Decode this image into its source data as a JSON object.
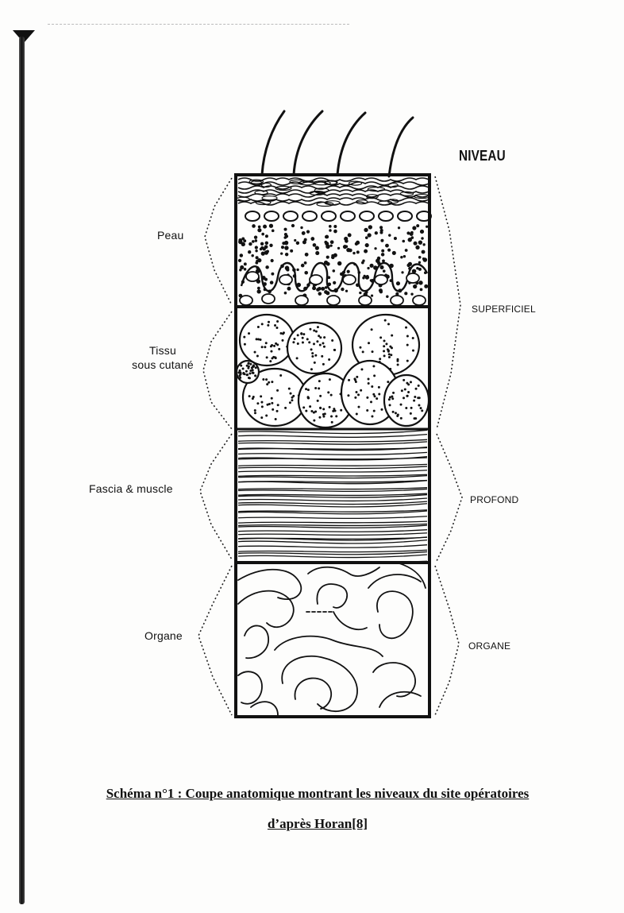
{
  "figure": {
    "header_label": "NIVEAU",
    "left_labels": {
      "peau": "Peau",
      "tissu_line1": "Tissu",
      "tissu_line2": "sous cutané",
      "fascia": "Fascia & muscle",
      "organe": "Organe"
    },
    "right_labels": {
      "superficie": "SUPERFICIEL",
      "profond": "PROFOND",
      "organe": "ORGANE"
    }
  },
  "caption": {
    "line1": "Schéma n°1 : Coupe anatomique montrant les niveaux du site opératoires",
    "line2": "d’après Horan[8]"
  }
}
